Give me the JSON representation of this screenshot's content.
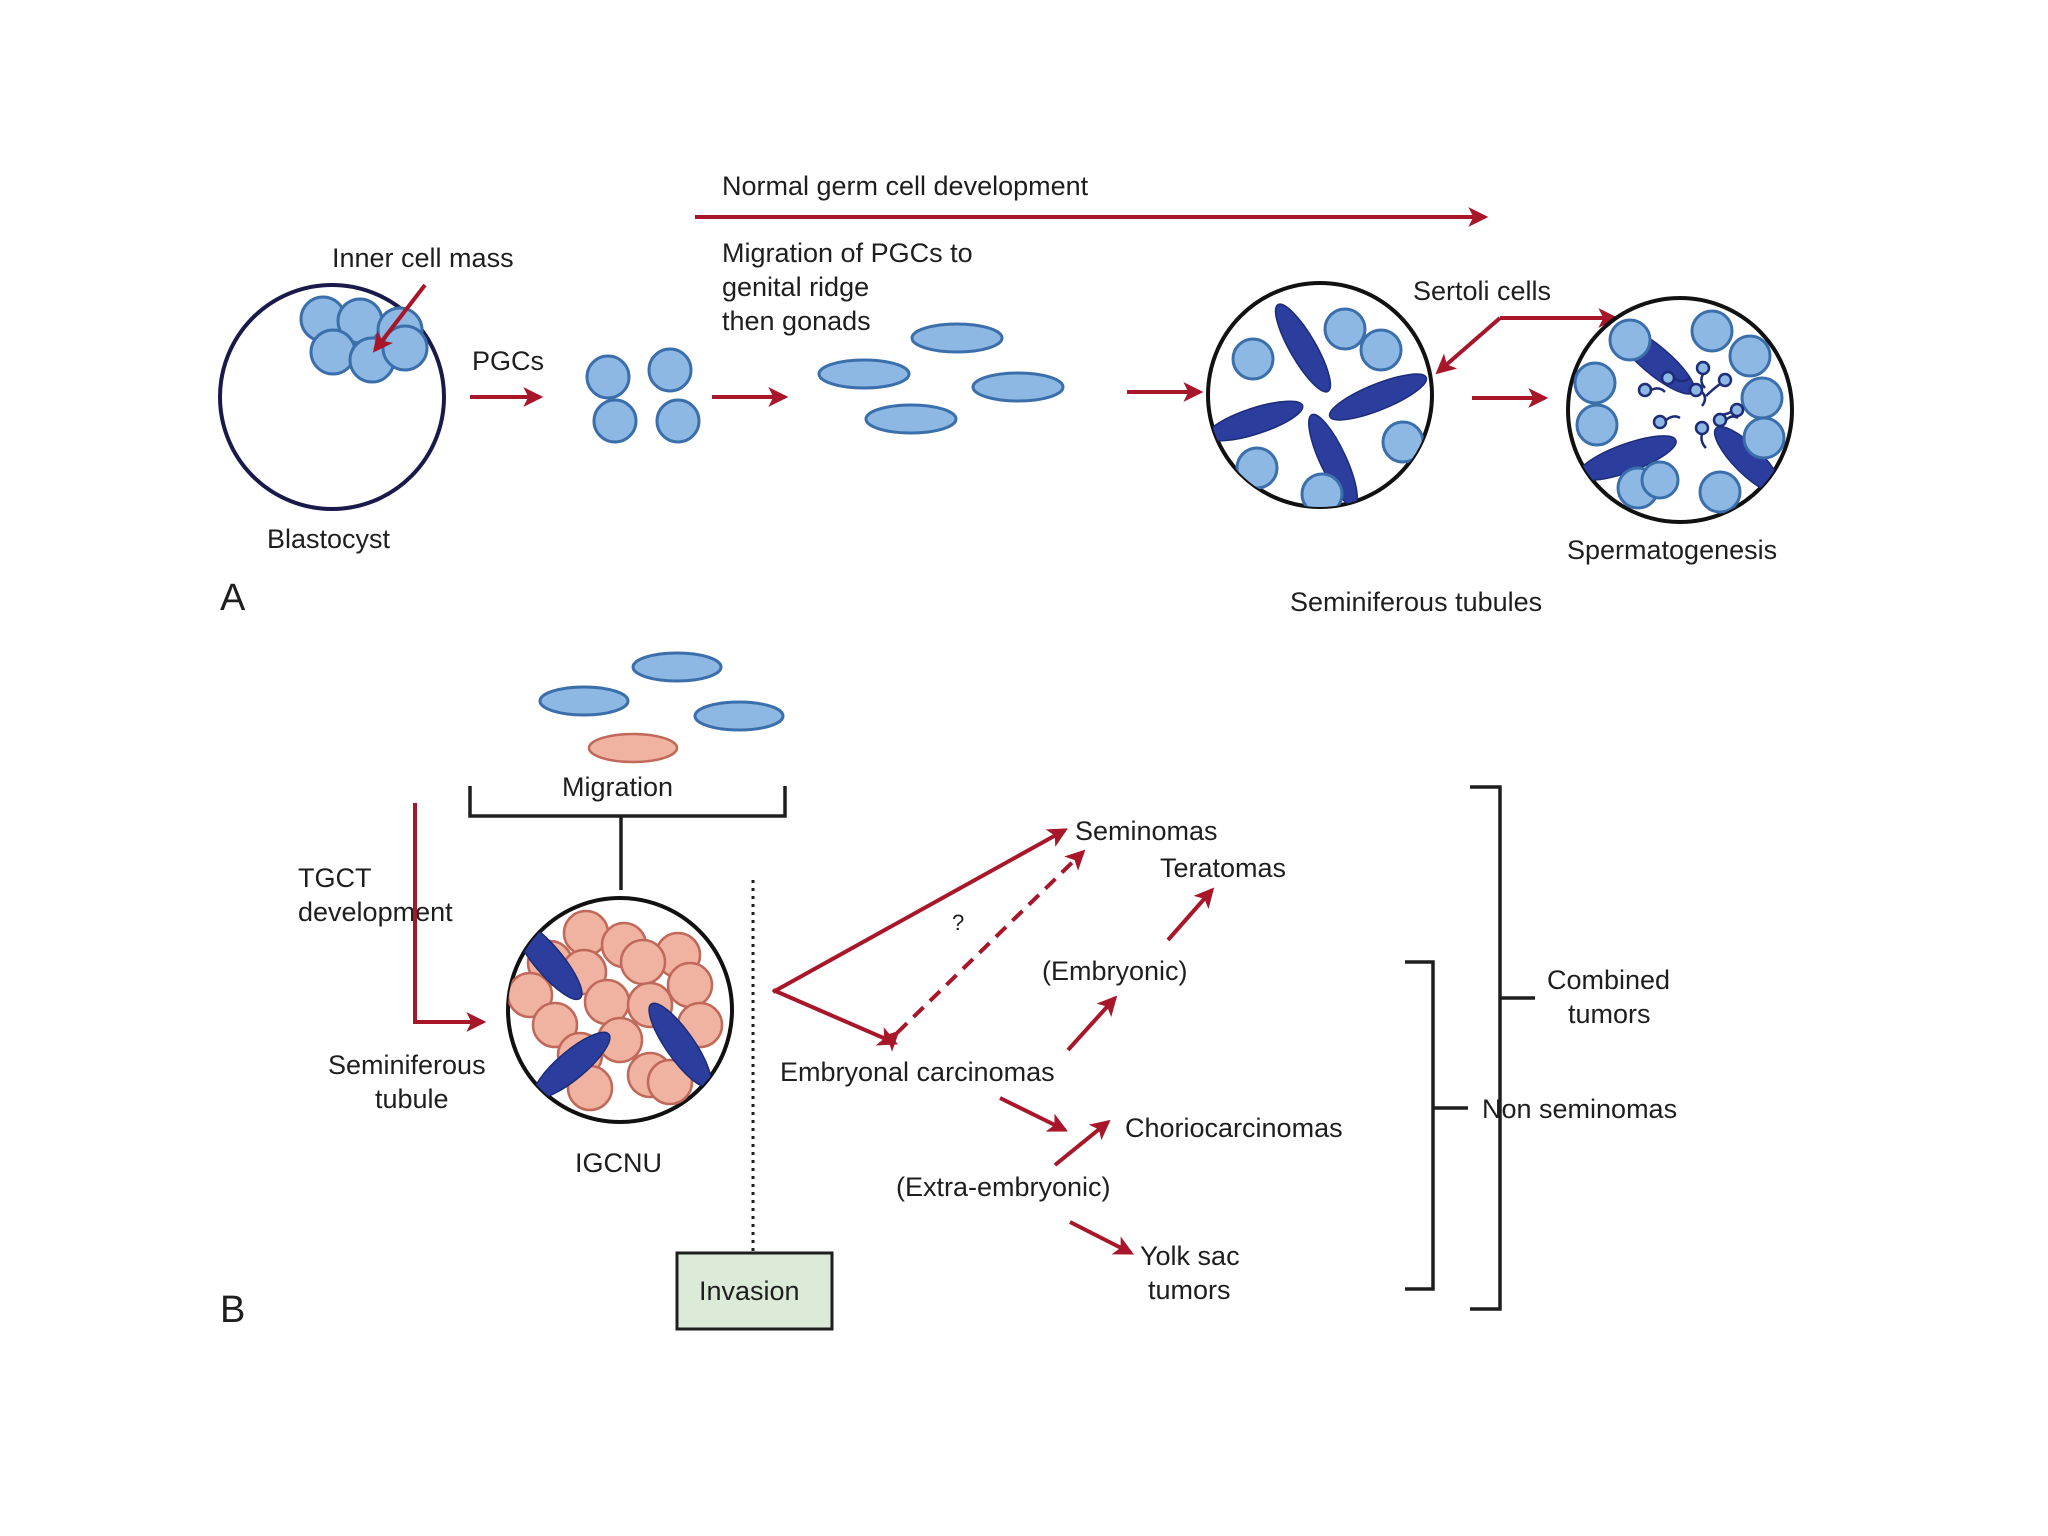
{
  "panelA": {
    "letter": "A",
    "normal_dev": "Normal germ cell development",
    "inner_cell_mass": "Inner cell mass",
    "blastocyst": "Blastocyst",
    "pgcs": "PGCs",
    "migration_1": "Migration of PGCs to",
    "migration_2": "genital ridge",
    "migration_3": "then gonads",
    "sertoli": "Sertoli cells",
    "seminiferous": "Seminiferous tubules",
    "spermatogenesis": "Spermatogenesis"
  },
  "panelB": {
    "letter": "B",
    "migration": "Migration",
    "tgct_1": "TGCT",
    "tgct_2": "development",
    "semtub_1": "Seminiferous",
    "semtub_2": "tubule",
    "igcnu": "IGCNU",
    "invasion": "Invasion",
    "seminomas": "Seminomas",
    "teratomas": "Teratomas",
    "question": "?",
    "embryonic": "(Embryonic)",
    "embryonal": "Embryonal carcinomas",
    "chorio": "Choriocarcinomas",
    "extra": "(Extra-embryonic)",
    "yolk_1": "Yolk sac",
    "yolk_2": "tumors",
    "combined_1": "Combined",
    "combined_2": "tumors",
    "nonsem": "Non seminomas"
  },
  "colors": {
    "arrow": "#a8162a",
    "cell_fill": "#8db8e3",
    "sertoli_fill": "#2b3e9e",
    "pink_cell": "#f0b3a1",
    "invasion_box": "#dcebd8"
  }
}
